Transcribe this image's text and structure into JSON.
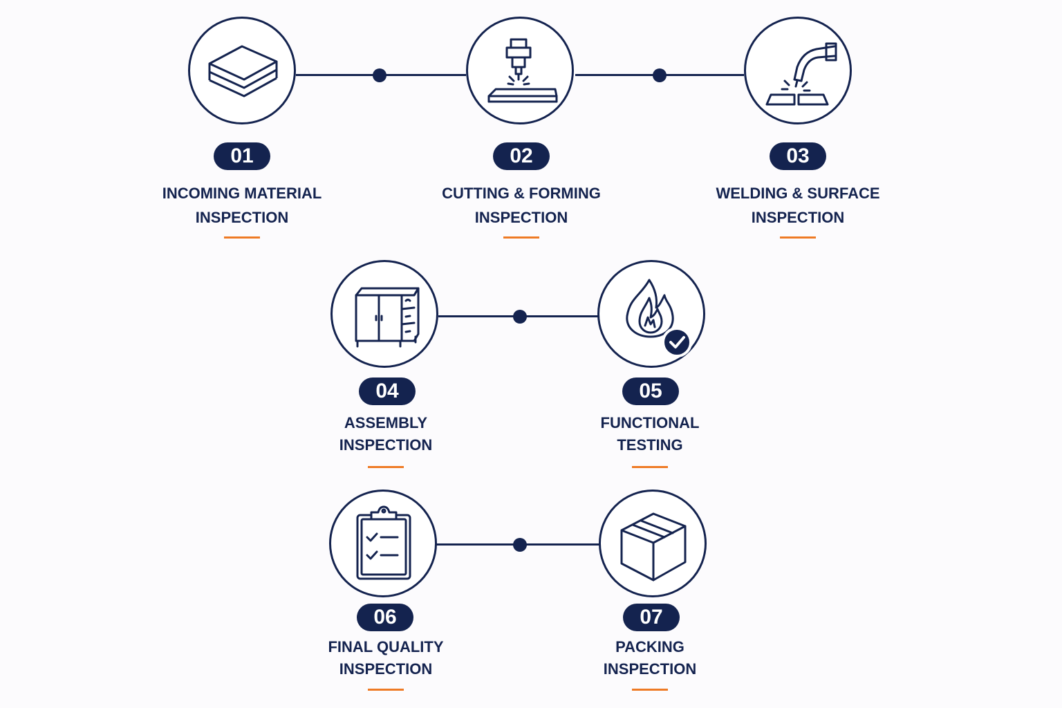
{
  "colors": {
    "primary": "#14234f",
    "accent": "#ee7a24",
    "background": "#fcfbfd"
  },
  "steps": [
    {
      "number": "01",
      "title_line1": "INCOMING MATERIAL",
      "title_line2": "INSPECTION",
      "icon": "stacked-sheets-icon"
    },
    {
      "number": "02",
      "title_line1": "CUTTING & FORMING",
      "title_line2": "INSPECTION",
      "icon": "laser-cutter-icon"
    },
    {
      "number": "03",
      "title_line1": "WELDING & SURFACE",
      "title_line2": "INSPECTION",
      "icon": "welding-torch-icon"
    },
    {
      "number": "04",
      "title_line1": "ASSEMBLY",
      "title_line2": "INSPECTION",
      "icon": "cabinet-icon"
    },
    {
      "number": "05",
      "title_line1": "FUNCTIONAL",
      "title_line2": "TESTING",
      "icon": "flame-check-icon"
    },
    {
      "number": "06",
      "title_line1": "FINAL QUALITY",
      "title_line2": "INSPECTION",
      "icon": "clipboard-checklist-icon"
    },
    {
      "number": "07",
      "title_line1": "PACKING",
      "title_line2": "INSPECTION",
      "icon": "box-icon"
    }
  ]
}
